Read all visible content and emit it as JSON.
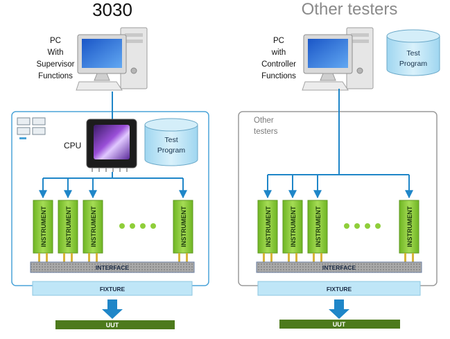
{
  "left": {
    "title": "3030",
    "pc_label": [
      "PC",
      "With",
      "Supervisor",
      "Functions"
    ],
    "cpu_label": "CPU",
    "program_label": [
      "Test",
      "Program"
    ],
    "instrument_label": "INSTRUMENT",
    "interface_label": "INTERFACE",
    "fixture_label": "FIXTURE",
    "uut_label": "UUT"
  },
  "right": {
    "title": "Other testers",
    "pc_label": [
      "PC",
      "with",
      "Controller",
      "Functions"
    ],
    "program_label": [
      "Test",
      "Program"
    ],
    "box_label": [
      "Other",
      "testers"
    ],
    "instrument_label": "INSTRUMENT",
    "interface_label": "INTERFACE",
    "fixture_label": "FIXTURE",
    "uut_label": "UUT"
  },
  "colors": {
    "instrument_green": "#8fce3a",
    "link_blue": "#1f86c8",
    "fixture_blue": "#bfe6f7",
    "uut_green": "#4d7a1c",
    "cylinder_blue": "#bfe5f6",
    "frame_left": "#4aa3d8",
    "frame_right": "#9a9a9a"
  },
  "icons": {
    "computer": "desktop-pc-icon",
    "chip": "cpu-chip-icon",
    "database": "cylinder-database-icon",
    "rack": "server-rack-icon"
  }
}
